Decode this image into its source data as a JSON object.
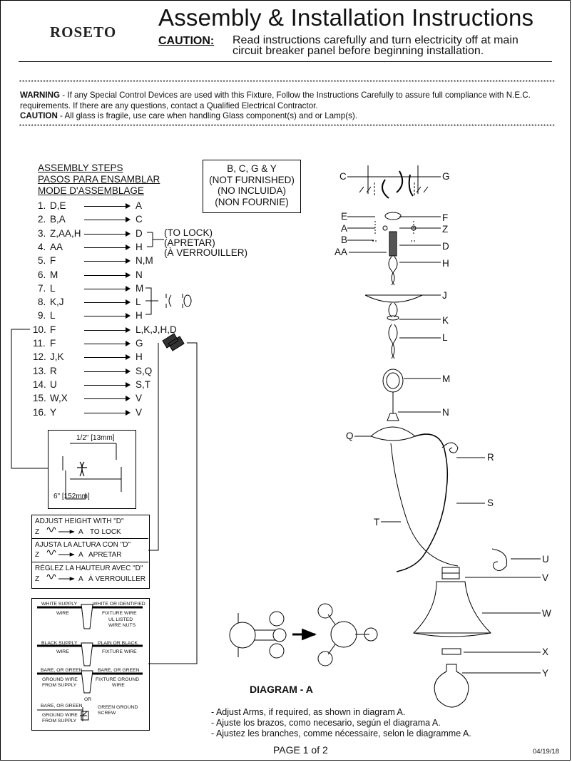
{
  "header": {
    "brand": "ROSETO",
    "title": "Assembly & Installation Instructions",
    "caution_label": "CAUTION:",
    "caution_text": "Read instructions carefully and turn electricity off at main circuit breaker panel before beginning installation."
  },
  "warning": {
    "warning_label": "WARNING",
    "warning_text": " - If any Special Control Devices are used with this Fixture, Follow the Instructions Carefully to assure full compliance with N.E.C. requirements. If there are any questions, contact a Qualified Electrical Contractor.",
    "caution_label": "CAUTION",
    "caution_text": " - All glass is fragile, use care when handling Glass component(s) and or Lamp(s)."
  },
  "steps": {
    "headings": [
      "ASSEMBLY STEPS",
      "PASOS PARA ENSAMBLAR",
      "MODE D'ASSEMBLAGE"
    ],
    "items": [
      {
        "num": "1.",
        "from": "D,E",
        "to": "A"
      },
      {
        "num": "2.",
        "from": "B,A",
        "to": "C"
      },
      {
        "num": "3.",
        "from": "Z,AA,H",
        "to": "D"
      },
      {
        "num": "4.",
        "from": "AA",
        "to": "H"
      },
      {
        "num": "5.",
        "from": "F",
        "to": "N,M"
      },
      {
        "num": "6.",
        "from": "M",
        "to": "N"
      },
      {
        "num": "7.",
        "from": "L",
        "to": "M"
      },
      {
        "num": "8.",
        "from": "K,J",
        "to": "L"
      },
      {
        "num": "9.",
        "from": "L",
        "to": "H"
      },
      {
        "num": "10.",
        "from": "F",
        "to": "L,K,J,H,D"
      },
      {
        "num": "11.",
        "from": "F",
        "to": "G"
      },
      {
        "num": "12.",
        "from": "J,K",
        "to": "H"
      },
      {
        "num": "13.",
        "from": "R",
        "to": "S,Q"
      },
      {
        "num": "14.",
        "from": "U",
        "to": "S,T"
      },
      {
        "num": "15.",
        "from": "W,X",
        "to": "V"
      },
      {
        "num": "16.",
        "from": "Y",
        "to": "V"
      }
    ],
    "lock_lines": [
      "(TO LOCK)",
      "(APRETAR)",
      "(À VERROUILLER)"
    ]
  },
  "not_furnished": [
    "B, C, G & Y",
    "(NOT FURNISHED)",
    "(NO INCLUIDA)",
    "(NON FOURNIE)"
  ],
  "strip_box": {
    "top": "1/2\" [13mm]",
    "bottom": "6\" [152mm]"
  },
  "adjust_box": {
    "en_title": "ADJUST HEIGHT WITH \"D\"",
    "en_line": "Z     A  TO LOCK",
    "es_title": "AJUSTA LA ALTURA CON \"D\"",
    "es_line": "Z     A  APRETAR",
    "fr_title": "RÉGLEZ LA HAUTEUR AVEC \"D\"",
    "fr_line": "Z     A  À VERROUILLER",
    "z": "Z",
    "a": "A",
    "en_action": "TO LOCK",
    "es_action": "APRETAR",
    "fr_action": "À VERROUILLER"
  },
  "wiring": {
    "white_supply": "WHITE SUPPLY",
    "white_wire": "WIRE",
    "white_fixture": "WHITE OR IDENTIFIED",
    "white_fixture2": "FIXTURE WIRE",
    "nuts": "UL LISTED",
    "nuts2": "WIRE NUTS",
    "black_supply": "BLACK SUPPLY",
    "black_wire": "WIRE",
    "black_fixture": "PLAIN OR BLACK",
    "black_fixture2": "FIXTURE WIRE",
    "bare1": "BARE, OR GREEN",
    "ground_supply": "GROUND WIRE",
    "ground_supply2": "FROM SUPPLY",
    "bare2": "BARE, OR GREEN",
    "fixture_ground": "FIXTURE GROUND",
    "fixture_ground2": "WIRE",
    "or": "OR",
    "bare3": "BARE, OR GREEN",
    "ground_supply3": "GROUND WIRE",
    "ground_supply4": "FROM SUPPLY",
    "screw": "GREEN GROUND",
    "screw2": "SCREW"
  },
  "parts": {
    "C": "C",
    "G": "G",
    "E": "E",
    "F": "F",
    "A": "A",
    "Z": "Z",
    "B": "B",
    "D": "D",
    "AA": "AA",
    "H": "H",
    "J": "J",
    "K": "K",
    "L": "L",
    "M": "M",
    "N": "N",
    "Q": "Q",
    "R": "R",
    "S": "S",
    "T": "T",
    "U": "U",
    "V": "V",
    "W": "W",
    "X": "X",
    "Y": "Y"
  },
  "diagram": {
    "title": "DIAGRAM -  A",
    "notes": [
      "- Adjust Arms, if required, as shown in diagram A.",
      "- Ajuste los brazos, como necesario, según el diagrama A.",
      "- Ajustez les branches, comme nécessaire, selon le diagramme A."
    ]
  },
  "footer": {
    "page": "PAGE 1 of 2",
    "date": "04/19/18"
  }
}
